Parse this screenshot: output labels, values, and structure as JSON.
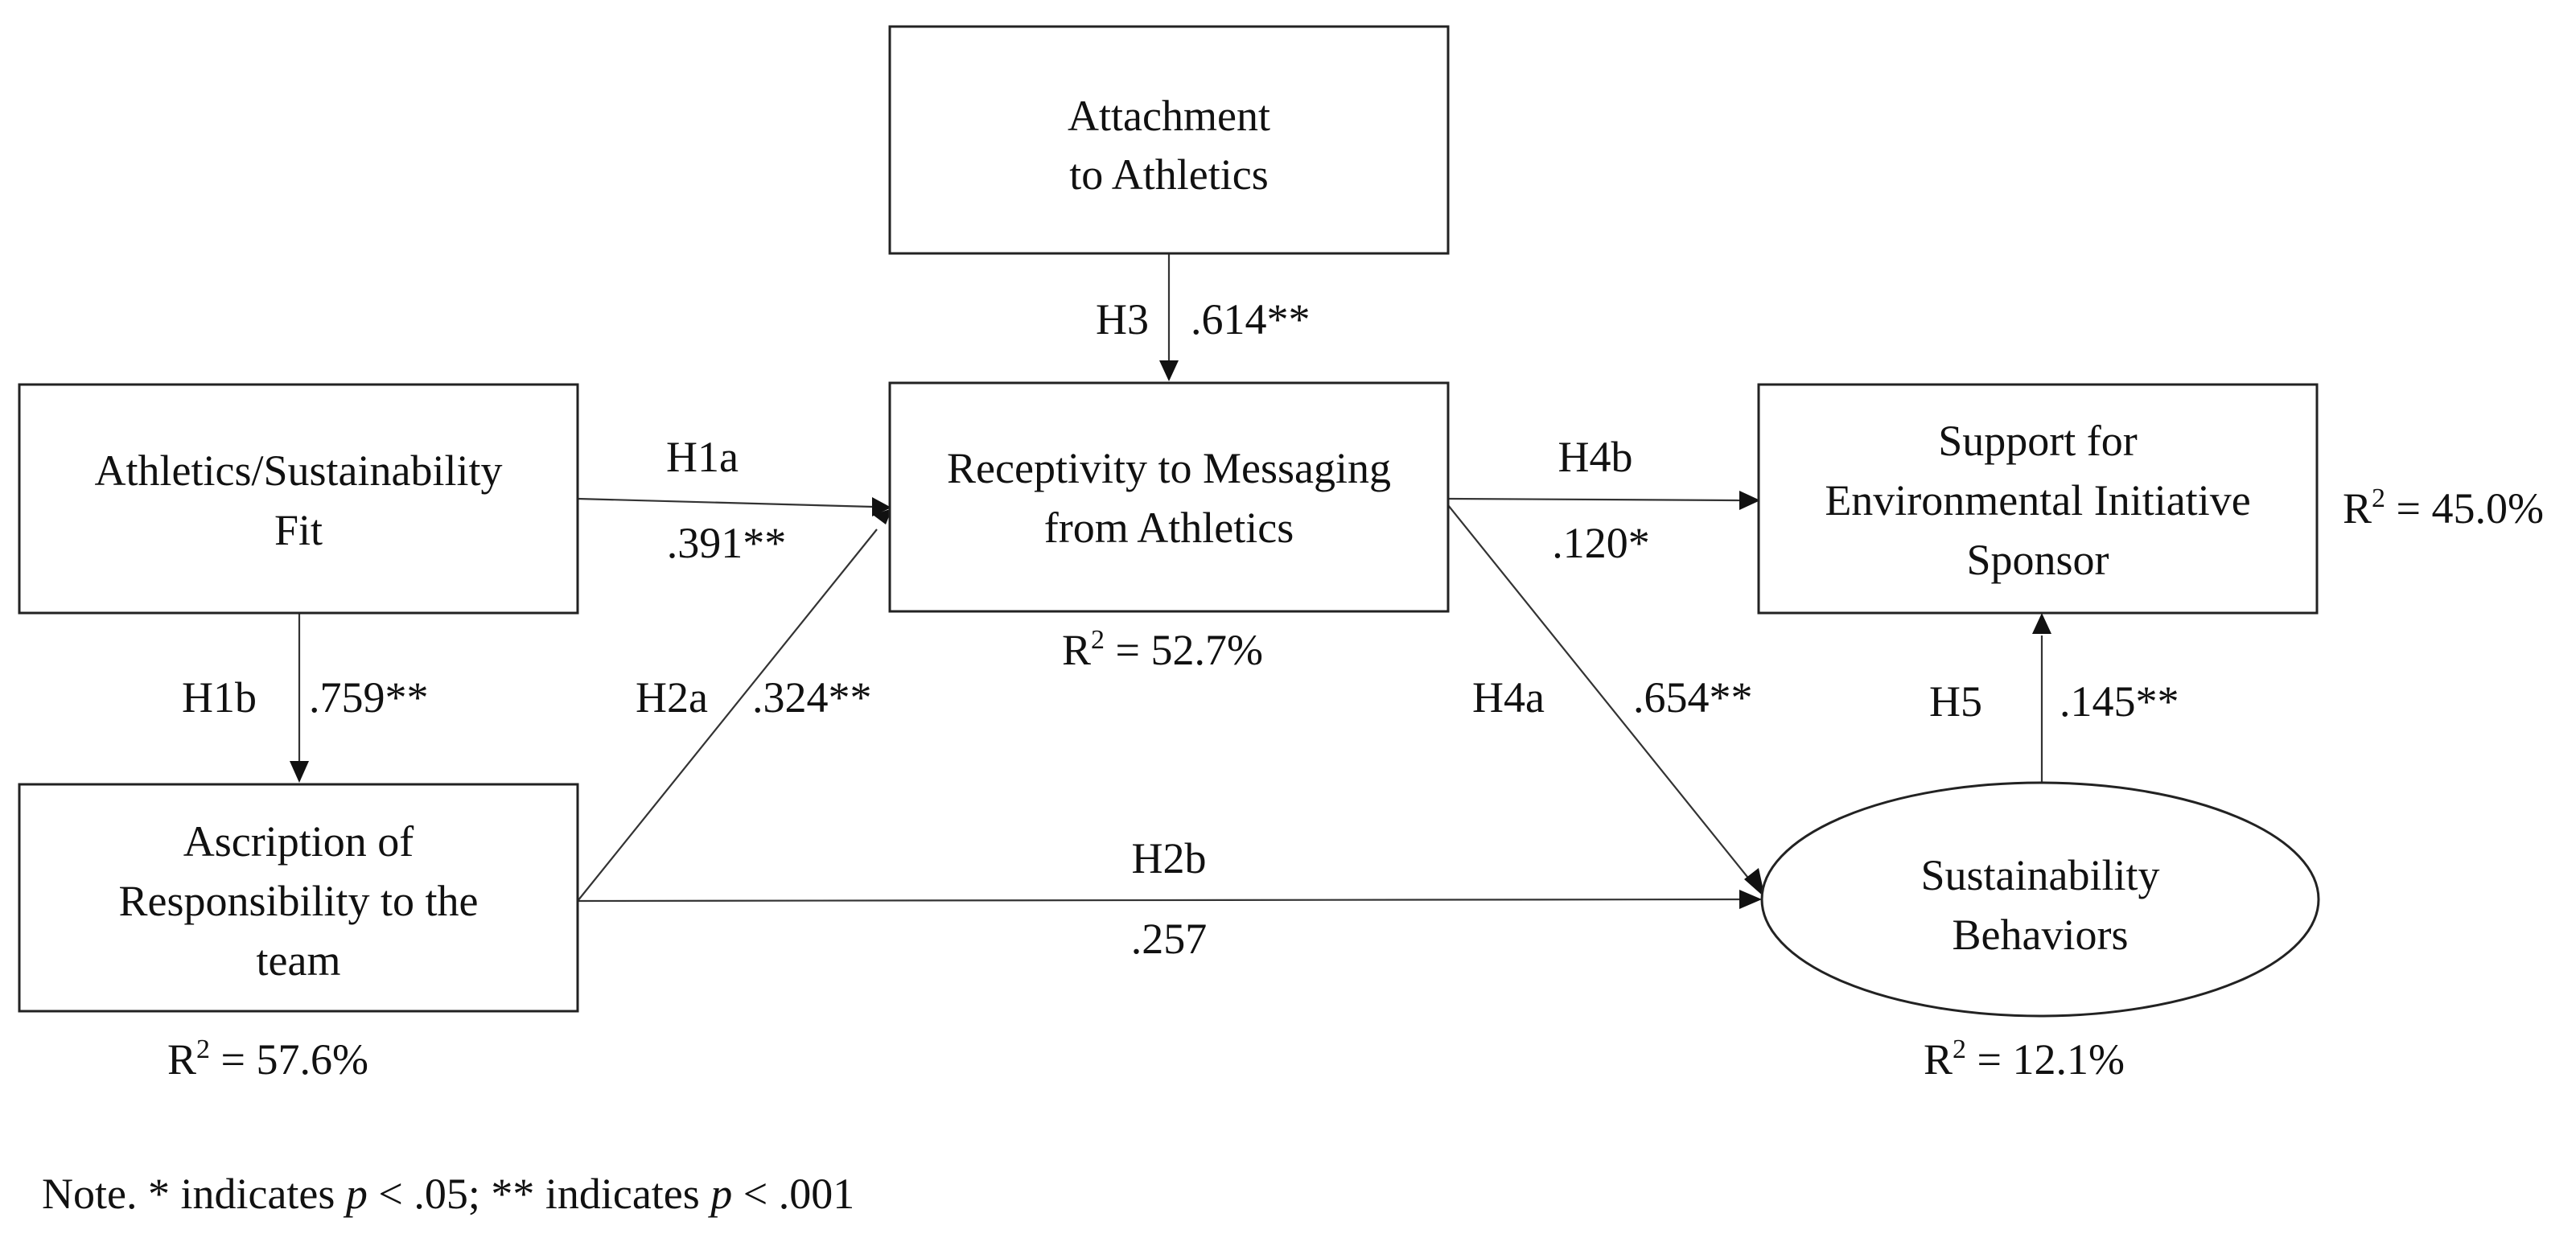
{
  "nodes": {
    "attachment": {
      "lines": [
        "Attachment",
        "to Athletics"
      ]
    },
    "fit": {
      "lines": [
        "Athletics/Sustainability",
        "Fit"
      ]
    },
    "receptivity": {
      "lines": [
        "Receptivity to Messaging",
        "from Athletics"
      ]
    },
    "support": {
      "lines": [
        "Support for",
        "Environmental Initiative",
        "Sponsor"
      ]
    },
    "ascription": {
      "lines": [
        "Ascription of",
        "Responsibility to the",
        "team"
      ]
    },
    "behaviors": {
      "lines": [
        "Sustainability",
        "Behaviors"
      ]
    }
  },
  "paths": {
    "h1a": {
      "label": "H1a",
      "coef": ".391**"
    },
    "h1b": {
      "label": "H1b",
      "coef": ".759**"
    },
    "h2a": {
      "label": "H2a",
      "coef": ".324**"
    },
    "h2b": {
      "label": "H2b",
      "coef": ".257"
    },
    "h3": {
      "label": "H3",
      "coef": ".614**"
    },
    "h4a": {
      "label": "H4a",
      "coef": ".654**"
    },
    "h4b": {
      "label": "H4b",
      "coef": ".120*"
    },
    "h5": {
      "label": "H5",
      "coef": ".145**"
    }
  },
  "r_squared": {
    "symbol": "R",
    "superscript": "2",
    "receptivity": " = 52.7%",
    "ascription": " = 57.6%",
    "behaviors": " = 12.1%",
    "support": " = 45.0%"
  },
  "note": {
    "prefix": "Note. * indicates ",
    "p1": "p",
    "mid": " < .05; ** indicates ",
    "p2": "p",
    "suffix": " < .001"
  }
}
